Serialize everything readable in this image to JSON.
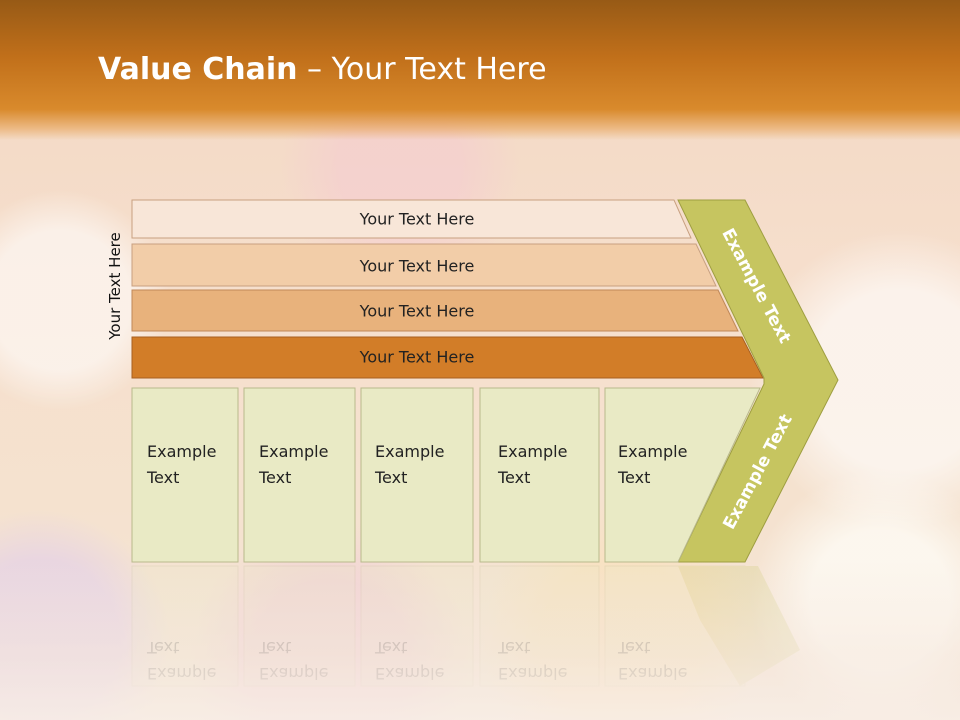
{
  "title": {
    "bold": "Value Chain",
    "rest": " – Your Text Here"
  },
  "side_label": "Your Text Here",
  "bands": [
    {
      "label": "Your Text Here",
      "color": "#f8e6d8"
    },
    {
      "label": "Your Text Here",
      "color": "#f2cda8"
    },
    {
      "label": "Your Text Here",
      "color": "#e8b27c"
    },
    {
      "label": "Your Text Here",
      "color": "#d27d28"
    }
  ],
  "boxes": [
    {
      "line1": "Example",
      "line2": "Text"
    },
    {
      "line1": "Example",
      "line2": "Text"
    },
    {
      "line1": "Example",
      "line2": "Text"
    },
    {
      "line1": "Example",
      "line2": "Text"
    },
    {
      "line1": "Example",
      "line2": "Text"
    }
  ],
  "chevron": {
    "upper_text": "Example Text",
    "lower_text": "Example Text",
    "color": "#c6c560"
  },
  "colors": {
    "header": "#c06f1a",
    "box_fill": "#e9eac5",
    "box_border": "#b9b98c"
  }
}
